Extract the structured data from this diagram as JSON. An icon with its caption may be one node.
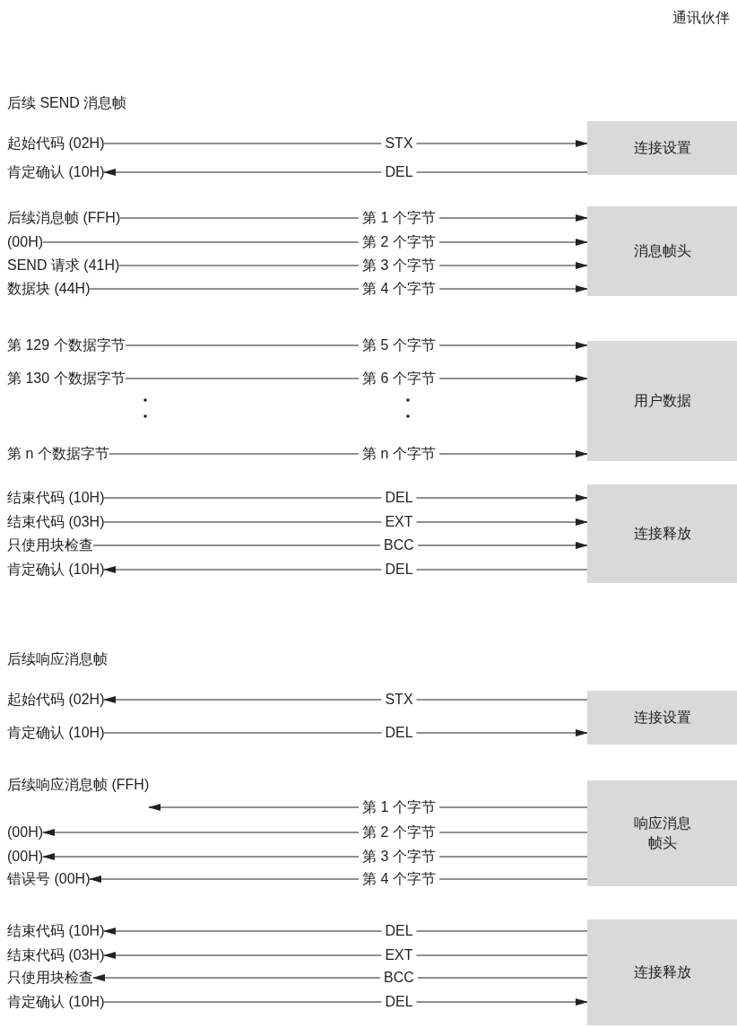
{
  "diagram": {
    "nodes": [
      {
        "text": [
          "起始代码 (02H)"
        ]
      },
      {
        "text": [
          "肯定确认 (10H)"
        ]
      },
      {
        "text": [
          "连接设置"
        ]
      },
      {
        "text": [
          "后续消息帧 (FFH)"
        ]
      },
      {
        "text": [
          "(00H)"
        ]
      },
      {
        "text": [
          "SEND 请求 (41H)"
        ]
      },
      {
        "text": [
          "数据块 (44H)"
        ]
      },
      {
        "text": [
          "消息帧头"
        ]
      },
      {
        "text": [
          "第 129 个数据字节"
        ]
      },
      {
        "text": [
          "第 130 个数据字节"
        ]
      },
      {
        "text": [
          "第 n 个数据字节"
        ]
      },
      {
        "text": [
          "用户数据"
        ]
      },
      {
        "text": [
          "结束代码 (10H)"
        ]
      },
      {
        "text": [
          "结束代码 (03H)"
        ]
      },
      {
        "text": [
          "只使用块检查"
        ]
      },
      {
        "text": [
          "肯定确认 (10H)"
        ]
      },
      {
        "text": [
          "连接释放"
        ]
      },
      {
        "text": [
          "起始代码 (02H)"
        ]
      },
      {
        "text": [
          "肯定确认 (10H)"
        ]
      },
      {
        "text": [
          "连接设置"
        ]
      },
      {
        "text": [
          "后续响应消息帧 (FFH)"
        ]
      },
      {
        "text": [
          "(00H)"
        ]
      },
      {
        "text": [
          "(00H)"
        ]
      },
      {
        "text": [
          "错误号 (00H)"
        ]
      },
      {
        "text": [
          "响应消息帧头"
        ]
      },
      {
        "text": [
          "结束代码 (10H)"
        ]
      },
      {
        "text": [
          "结束代码 (03H)"
        ]
      },
      {
        "text": [
          "只使用块检查"
        ]
      },
      {
        "text": [
          "肯定确认 (10H)"
        ]
      },
      {
        "text": [
          "连接释放"
        ]
      }
    ],
    "edges": [
      {
        "from": 0,
        "to": 2,
        "arrow": "to",
        "label": "STX"
      },
      {
        "from": 2,
        "to": 1,
        "arrow": "to",
        "label": "DEL"
      },
      {
        "from": 3,
        "to": 7,
        "arrow": "to",
        "label": "第 1 个字节"
      },
      {
        "from": 4,
        "to": 7,
        "arrow": "to",
        "label": "第 2 个字节"
      },
      {
        "from": 5,
        "to": 7,
        "arrow": "to",
        "label": "第 3 个字节"
      },
      {
        "from": 6,
        "to": 7,
        "arrow": "to",
        "label": "第 4 个字节"
      },
      {
        "from": 8,
        "to": 11,
        "arrow": "to",
        "label": "第 5 个字节"
      },
      {
        "from": 9,
        "to": 11,
        "arrow": "to",
        "label": "第 6 个字节"
      },
      {
        "from": 10,
        "to": 11,
        "arrow": "to",
        "label": "第 n 个字节"
      },
      {
        "from": 12,
        "to": 16,
        "arrow": "to",
        "label": "DEL"
      },
      {
        "from": 13,
        "to": 16,
        "arrow": "to",
        "label": "EXT"
      },
      {
        "from": 14,
        "to": 16,
        "arrow": "to",
        "label": "BCC"
      },
      {
        "from": 16,
        "to": 15,
        "arrow": "to",
        "label": "DEL"
      },
      {
        "from": 19,
        "to": 17,
        "arrow": "to",
        "label": "STX"
      },
      {
        "from": 18,
        "to": 19,
        "arrow": "to",
        "label": "DEL"
      },
      {
        "from": 24,
        "to": 20,
        "arrow": "to",
        "label": "第 1 个字节"
      },
      {
        "from": 24,
        "to": 21,
        "arrow": "to",
        "label": "第 2 个字节"
      },
      {
        "from": 24,
        "to": 22,
        "arrow": "to",
        "label": "第 3 个字节"
      },
      {
        "from": 24,
        "to": 23,
        "arrow": "to",
        "label": "第 4 个字节"
      },
      {
        "from": 29,
        "to": 25,
        "arrow": "to",
        "label": "DEL"
      },
      {
        "from": 29,
        "to": 26,
        "arrow": "to",
        "label": "EXT"
      },
      {
        "from": 29,
        "to": 27,
        "arrow": "to",
        "label": "BCC"
      },
      {
        "from": 28,
        "to": 29,
        "arrow": "to",
        "label": "DEL"
      }
    ],
    "labels": [
      "通讯伙伴",
      "后续 SEND 消息帧",
      "后续响应消息帧"
    ]
  }
}
